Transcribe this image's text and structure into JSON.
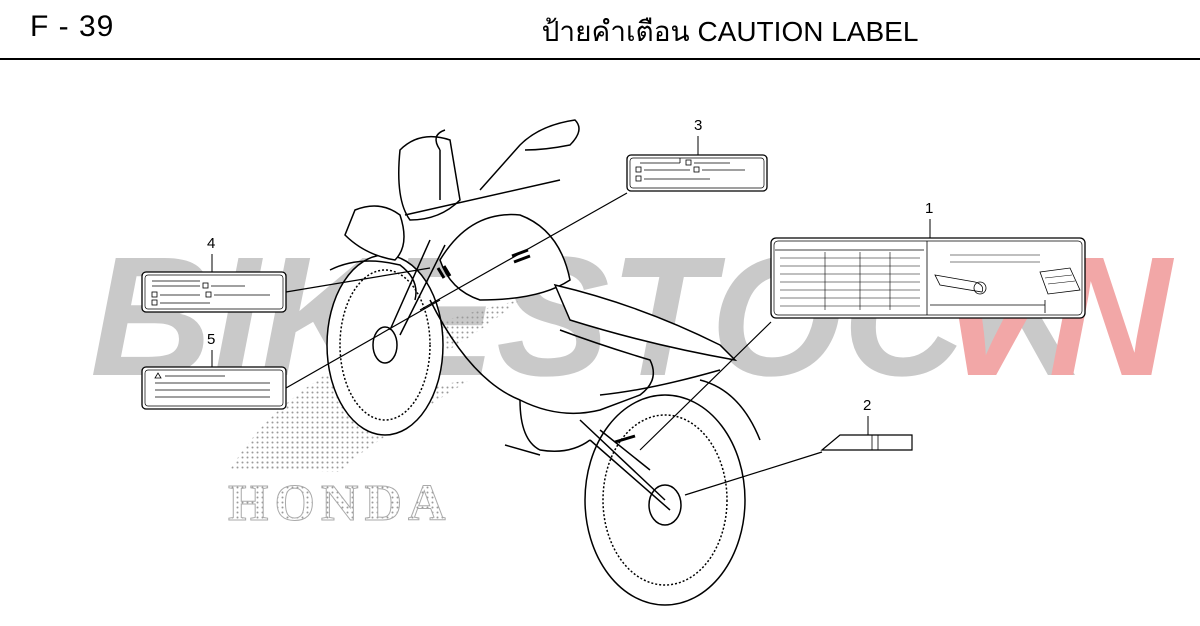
{
  "header": {
    "page_code": "F - 39",
    "title": "ป้ายคำเตือน  CAUTION LABEL"
  },
  "watermark": {
    "part_gray": "BIKESTOCK",
    "part_red": "VN",
    "gray_color": "#c9c9c9",
    "red_color": "#f2a7a7"
  },
  "logo": {
    "text": "HONDA"
  },
  "callouts": [
    "1",
    "2",
    "3",
    "4",
    "5"
  ],
  "colors": {
    "line": "#000000",
    "background": "#ffffff"
  }
}
